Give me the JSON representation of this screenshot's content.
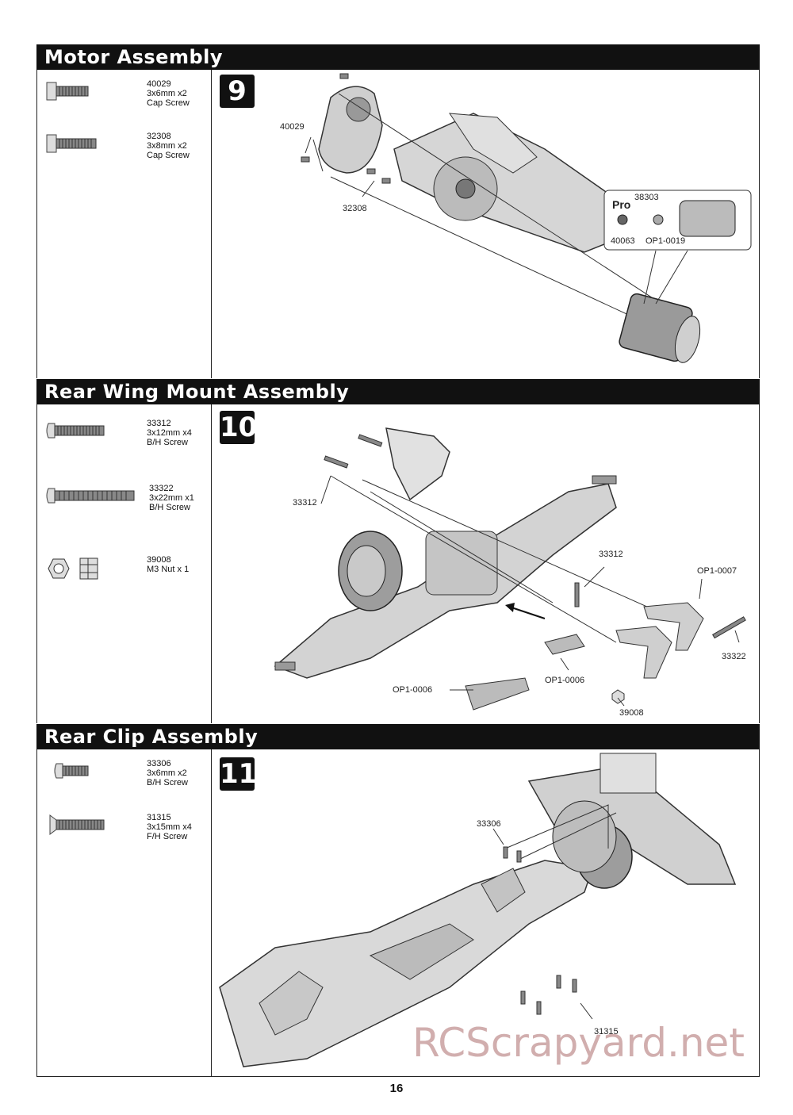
{
  "sections": [
    {
      "title": "Motor Assembly",
      "step": "9",
      "parts": [
        {
          "code": "40029",
          "size": "3x6mm x2",
          "name": "Cap Screw",
          "icon": "cap-screw-icon"
        },
        {
          "code": "32308",
          "size": "3x8mm x2",
          "name": "Cap Screw",
          "icon": "cap-screw-icon"
        }
      ],
      "callouts": {
        "c1": "40029",
        "c2": "32308",
        "pro": "Pro",
        "c3": "38303",
        "c4": "40063",
        "c5": "OP1-0019"
      }
    },
    {
      "title": "Rear Wing Mount Assembly",
      "step": "10",
      "parts": [
        {
          "code": "33312",
          "size": "3x12mm x4",
          "name": "B/H Screw",
          "icon": "button-head-screw-icon"
        },
        {
          "code": "33322",
          "size": "3x22mm x1",
          "name": "B/H Screw",
          "icon": "button-head-screw-icon"
        },
        {
          "code": "39008",
          "size": "M3 Nut x 1",
          "name": "",
          "icon": "nylon-nut-icon"
        }
      ],
      "callouts": {
        "c1": "33312",
        "c2": "33312",
        "c3": "OP1-0007",
        "c4": "33322",
        "c5": "OP1-0006",
        "c6": "OP1-0006",
        "c7": "39008"
      }
    },
    {
      "title": "Rear Clip Assembly",
      "step": "11",
      "parts": [
        {
          "code": "33306",
          "size": "3x6mm x2",
          "name": "B/H Screw",
          "icon": "button-head-screw-icon"
        },
        {
          "code": "31315",
          "size": "3x15mm x4",
          "name": "F/H Screw",
          "icon": "flat-head-screw-icon"
        }
      ],
      "callouts": {
        "c1": "33306",
        "c2": "31315"
      }
    }
  ],
  "page_number": "16",
  "watermark": "RCScrapyard.net"
}
